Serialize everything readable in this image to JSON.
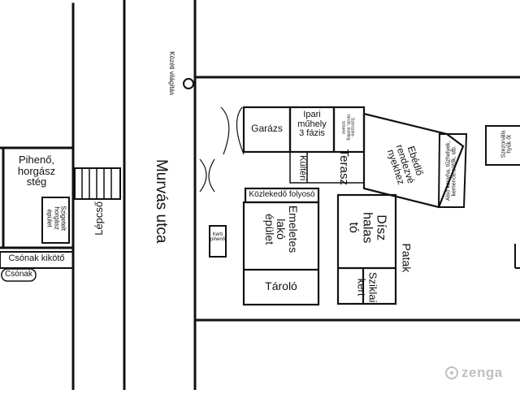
{
  "labels": {
    "street": "Murvás utca",
    "stairs": "Lépcső",
    "rest_dock": "Pihenő, horgász\nstég",
    "separate_building": "Szigetelt\nhorgász\népület",
    "boat_dock": "Csónak kikötő",
    "boat": "Csónak",
    "public_lighting": "Közéti világítás",
    "garage": "Garázs",
    "workshop": "Ipari\nműhely\n3 fázis",
    "sauna": "Szerszám-\ntároló, esetleg\nszauna",
    "terrace": "Terasz",
    "garden_rest": "Kerti\npihenő",
    "corridor": "Közlekedő folyosó",
    "house": "Emeletes\nlakó\népület",
    "storage": "Tároló",
    "pond": "Dísz\nhalas\ntó",
    "fish": "Sziklai\nkert",
    "creek": "Patak",
    "dining": "Ebédlő\nrendezvé\nnyekhez",
    "kitchen": "Alsó konyha, tűzhelyek,\nkemence,sütők, stb.",
    "far_right": "Szezonális\nhyűk őt",
    "kulfoldi": "Kültéri"
  },
  "watermark": {
    "brand": "zenga"
  }
}
